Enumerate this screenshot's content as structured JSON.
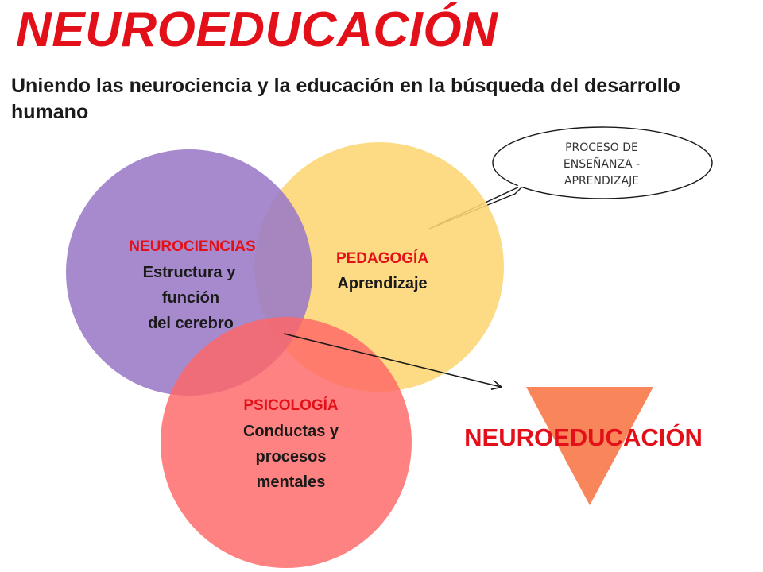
{
  "title": "NEUROEDUCACIÓN",
  "subtitle": "Uniendo las neurociencia y la educación en la búsqueda del desarrollo humano",
  "bubble": {
    "line1": "PROCESO DE",
    "line2": "ENSEÑANZA -",
    "line3": "APRENDIZAJE"
  },
  "circles": {
    "neurociencias": {
      "heading": "NEUROCIENCIAS",
      "line1": "Estructura y",
      "line2": "función",
      "line3": "del cerebro",
      "color": "#9b7ac7"
    },
    "pedagogia": {
      "heading": "PEDAGOGÍA",
      "line1": "Aprendizaje",
      "color": "#fdd673"
    },
    "psicologia": {
      "heading": "PSICOLOGÍA",
      "line1": "Conductas y",
      "line2": "procesos",
      "line3": "mentales",
      "color": "#ff6666"
    }
  },
  "result": {
    "label": "NEUROEDUCACIÓN",
    "triangle_color": "#f9855a"
  },
  "colors": {
    "heading_red": "#e3101a",
    "text_dark": "#1a1a1a"
  }
}
